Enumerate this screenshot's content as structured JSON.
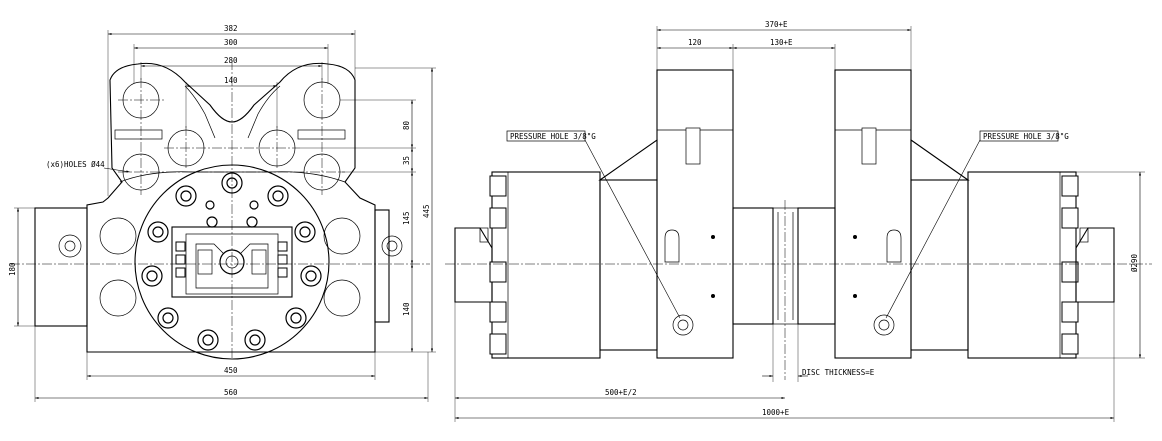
{
  "front_view": {
    "dims": {
      "width_382": "382",
      "width_300": "300",
      "width_280": "280",
      "width_140": "140",
      "height_80": "80",
      "height_35": "35",
      "height_145": "145",
      "height_445": "445",
      "height_140": "140",
      "height_180": "180",
      "width_450": "450",
      "width_560": "560"
    },
    "holes_label": "(x6)HOLES Ø44"
  },
  "side_view": {
    "dims": {
      "width_370e": "370+E",
      "width_120": "120",
      "width_130e": "130+E",
      "dia_290": "Ø290",
      "half_length": "500+E/2",
      "total_length": "1000+E"
    },
    "pressure_hole_left": "PRESSURE HOLE 3/8\"G",
    "pressure_hole_right": "PRESSURE HOLE 3/8\"G",
    "disc_thickness": "DISC THICKNESS=E"
  }
}
